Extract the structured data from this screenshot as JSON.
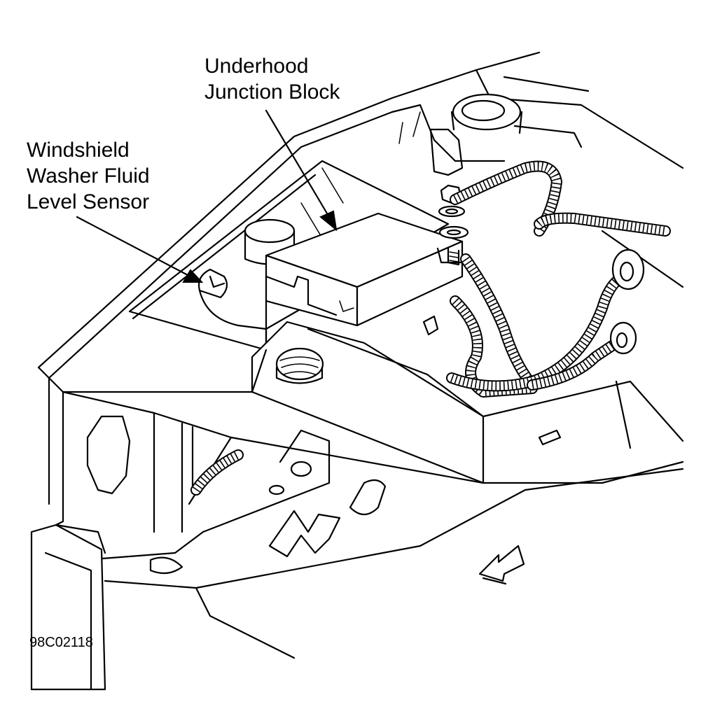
{
  "callouts": {
    "junction_block": [
      "Underhood",
      "Junction Block"
    ],
    "washer_sensor": [
      "Windshield",
      "Washer Fluid",
      "Level Sensor"
    ]
  },
  "figure_code": "98C02118",
  "colors": {
    "ink": "#000000",
    "paper": "#ffffff"
  }
}
